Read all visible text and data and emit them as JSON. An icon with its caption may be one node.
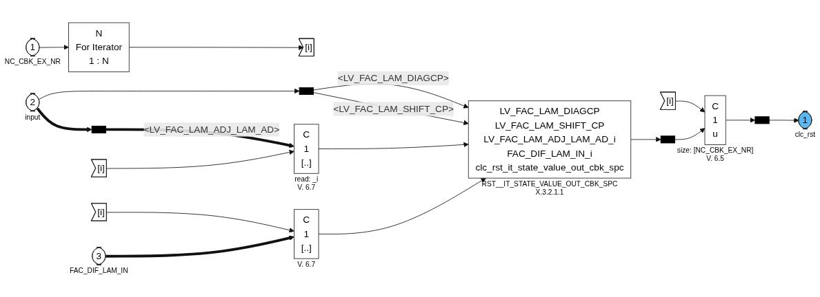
{
  "diagram": {
    "nodes": [
      {
        "text": [
          "1"
        ],
        "beside": [
          "NC_CBK_EX_NR"
        ]
      },
      {
        "text": [
          "N",
          "For Iterator",
          "1 : N"
        ]
      },
      {
        "text": [
          "[i]"
        ]
      },
      {
        "text": [],
        "shape": "bar"
      },
      {
        "text": [
          "2"
        ],
        "beside": [
          "input"
        ]
      },
      {
        "text": [],
        "shape": "bar"
      },
      {
        "text": [
          "[i]"
        ]
      },
      {
        "text": [
          "C",
          "1",
          "[..]"
        ],
        "beside": [
          "read: _i",
          "V. 6.7"
        ]
      },
      {
        "text": [
          "[i]"
        ]
      },
      {
        "text": [
          "3"
        ],
        "beside": [
          "FAC_DIF_LAM_IN"
        ]
      },
      {
        "text": [
          "C",
          "1",
          "[..]"
        ],
        "beside": [
          "V. 6.7"
        ]
      },
      {
        "text": [
          "LV_FAC_LAM_DIAGCP",
          "LV_FAC_LAM_SHIFT_CP",
          "LV_FAC_LAM_ADJ_LAM_AD_i",
          "FAC_DIF_LAM_IN_i",
          "clc_rst_it_state_value_out_cbk_spc"
        ],
        "beside": [
          "RST__IT_STATE_VALUE_OUT_CBK_SPC",
          "X.3.2.1.1"
        ]
      },
      {
        "text": [
          "[i]"
        ]
      },
      {
        "text": [],
        "shape": "bar"
      },
      {
        "text": [
          "C",
          "1",
          "u"
        ],
        "beside": [
          "size: [NC_CBK_EX_NR]",
          "V. 6.5"
        ]
      },
      {
        "text": [],
        "shape": "bar"
      },
      {
        "text": [
          "1"
        ],
        "beside": [
          "clc_rst"
        ]
      }
    ],
    "edges": [
      {
        "from": 0,
        "to": 1,
        "arrow": "to"
      },
      {
        "from": 1,
        "to": 2,
        "arrow": "to"
      },
      {
        "from": 4,
        "to": 3,
        "arrow": "to"
      },
      {
        "from": 4,
        "to": 5,
        "arrow": "to",
        "style": "thick"
      },
      {
        "from": 3,
        "to": 11,
        "arrow": "to",
        "label": "<LV_FAC_LAM_DIAGCP>"
      },
      {
        "from": 3,
        "to": 11,
        "arrow": "to",
        "label": "<LV_FAC_LAM_SHIFT_CP>"
      },
      {
        "from": 5,
        "to": 7,
        "arrow": "to",
        "label": "<LV_FAC_LAM_ADJ_LAM_AD>",
        "style": "thick"
      },
      {
        "from": 6,
        "to": 7,
        "arrow": "to"
      },
      {
        "from": 7,
        "to": 11,
        "arrow": "to"
      },
      {
        "from": 8,
        "to": 10,
        "arrow": "to"
      },
      {
        "from": 9,
        "to": 10,
        "arrow": "to",
        "style": "thick"
      },
      {
        "from": 10,
        "to": 11,
        "arrow": "to"
      },
      {
        "from": 11,
        "to": 13,
        "arrow": "to"
      },
      {
        "from": 12,
        "to": 14,
        "arrow": "to"
      },
      {
        "from": 13,
        "to": 14,
        "arrow": "to"
      },
      {
        "from": 14,
        "to": 15,
        "arrow": "to"
      },
      {
        "from": 15,
        "to": 16,
        "arrow": "to"
      }
    ]
  }
}
